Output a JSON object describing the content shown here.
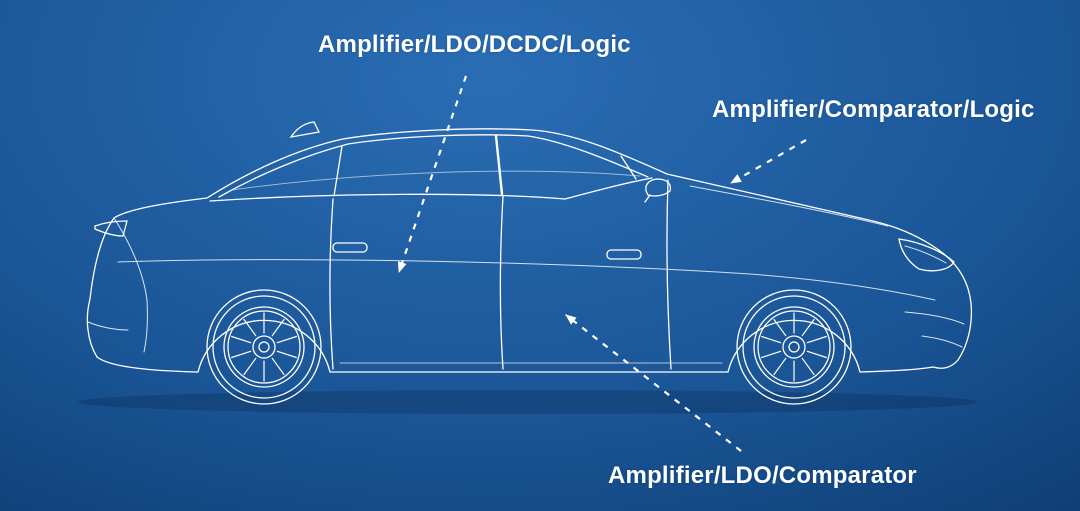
{
  "colors": {
    "bg-center": "#2a6db4",
    "bg-mid": "#1a5596",
    "bg-edge": "#082a52",
    "line": "#ffffff",
    "text": "#ffffff"
  },
  "diagram": {
    "labels": {
      "top": "Amplifier/LDO/DCDC/Logic",
      "right": "Amplifier/Comparator/Logic",
      "bottom": "Amplifier/LDO/Comparator"
    }
  }
}
